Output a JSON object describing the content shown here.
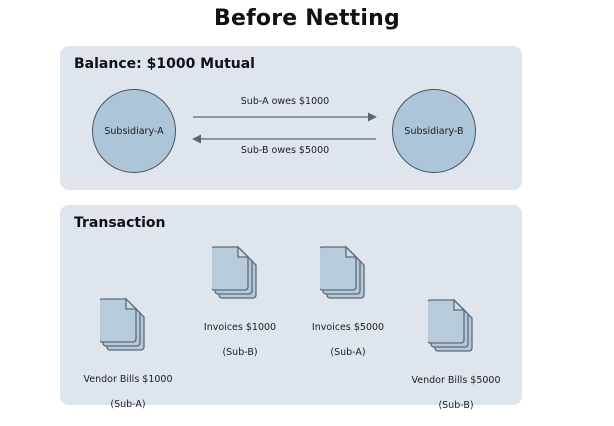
{
  "title": "Before Netting",
  "colors": {
    "panel_background": "#dfe5ed",
    "node_fill": "#adc5d8",
    "node_stroke": "#4a5560",
    "document_fill": "#b4c8d9",
    "document_stroke": "#5b6b7a",
    "arrow": "#5a6672",
    "page_background": "#ffffff",
    "text": "#1d1d1d"
  },
  "balance_panel": {
    "heading": "Balance: $1000 Mutual",
    "nodes": [
      {
        "id": "subsidiary-a",
        "label": "Subsidiary-A"
      },
      {
        "id": "subsidiary-b",
        "label": "Subsidiary-B"
      }
    ],
    "edges": [
      {
        "id": "a-owes-b",
        "label": "Sub-A owes $1000",
        "direction": "right"
      },
      {
        "id": "b-owes-a",
        "label": "Sub-B owes $5000",
        "direction": "left"
      }
    ]
  },
  "transaction_panel": {
    "heading": "Transaction",
    "documents": [
      {
        "id": "vendor-bills-a",
        "line1": "Vendor Bills $1000",
        "line2": "(Sub-A)"
      },
      {
        "id": "invoices-b",
        "line1": "Invoices $1000",
        "line2": "(Sub-B)"
      },
      {
        "id": "invoices-a",
        "line1": "Invoices $5000",
        "line2": "(Sub-A)"
      },
      {
        "id": "vendor-bills-b",
        "line1": "Vendor Bills $5000",
        "line2": "(Sub-B)"
      }
    ],
    "links": [
      {
        "id": "invoices-b-to-vendor-bills-a",
        "from": "invoices-b",
        "to": "vendor-bills-a",
        "style": "dashed"
      },
      {
        "id": "invoices-a-to-vendor-bills-b",
        "from": "invoices-a",
        "to": "vendor-bills-b",
        "style": "dashed"
      }
    ]
  }
}
